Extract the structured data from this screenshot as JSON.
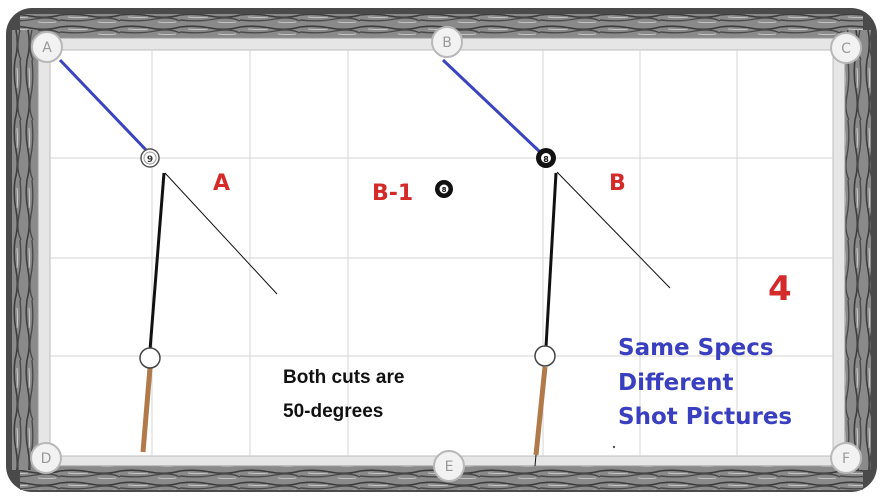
{
  "pockets": {
    "A": "A",
    "B": "B",
    "C": "C",
    "D": "D",
    "E": "E",
    "F": "F"
  },
  "balls": {
    "nine": "9",
    "eight_b": "8",
    "eight_b1": "8"
  },
  "labels": {
    "shot_a": "A",
    "shot_b": "B",
    "shot_b1": "B-1",
    "number": "4"
  },
  "notes": {
    "cuts_line1": "Both cuts are",
    "cuts_line2": "50-degrees",
    "specs_line1": "Same Specs",
    "specs_line2": "Different",
    "specs_line3": "Shot Pictures"
  },
  "colors": {
    "rail": "#6b6b6b",
    "cloth": "#ffffff",
    "grid": "#d4d4d4",
    "object_path": "#3a44c0",
    "cue_path": "#111111",
    "cue_stick": "#b07a4a",
    "accent_red": "#d42a2a",
    "accent_blue": "#3a3fbf"
  }
}
